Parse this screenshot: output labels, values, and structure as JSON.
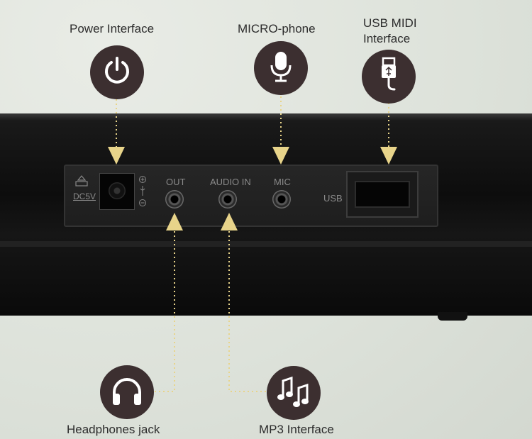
{
  "callouts": {
    "power": {
      "label": "Power Interface",
      "icon": "power-icon"
    },
    "mic": {
      "label": "MICRO-phone",
      "icon": "microphone-icon"
    },
    "usb": {
      "label_line1": "USB MIDI",
      "label_line2": "Interface",
      "icon": "usb-cable-icon"
    },
    "headphones": {
      "label": "Headphones jack",
      "icon": "headphones-icon"
    },
    "mp3": {
      "label": "MP3 Interface",
      "icon": "music-notes-icon"
    }
  },
  "panel": {
    "dc_label": "DC5V",
    "out_label": "OUT",
    "audio_in_label": "AUDIO IN",
    "mic_label": "MIC",
    "usb_label": "USB"
  },
  "colors": {
    "circle": "#3c2f30",
    "arrow": "#e8d48a",
    "background": "#dfe4dc",
    "device": "#111111"
  }
}
